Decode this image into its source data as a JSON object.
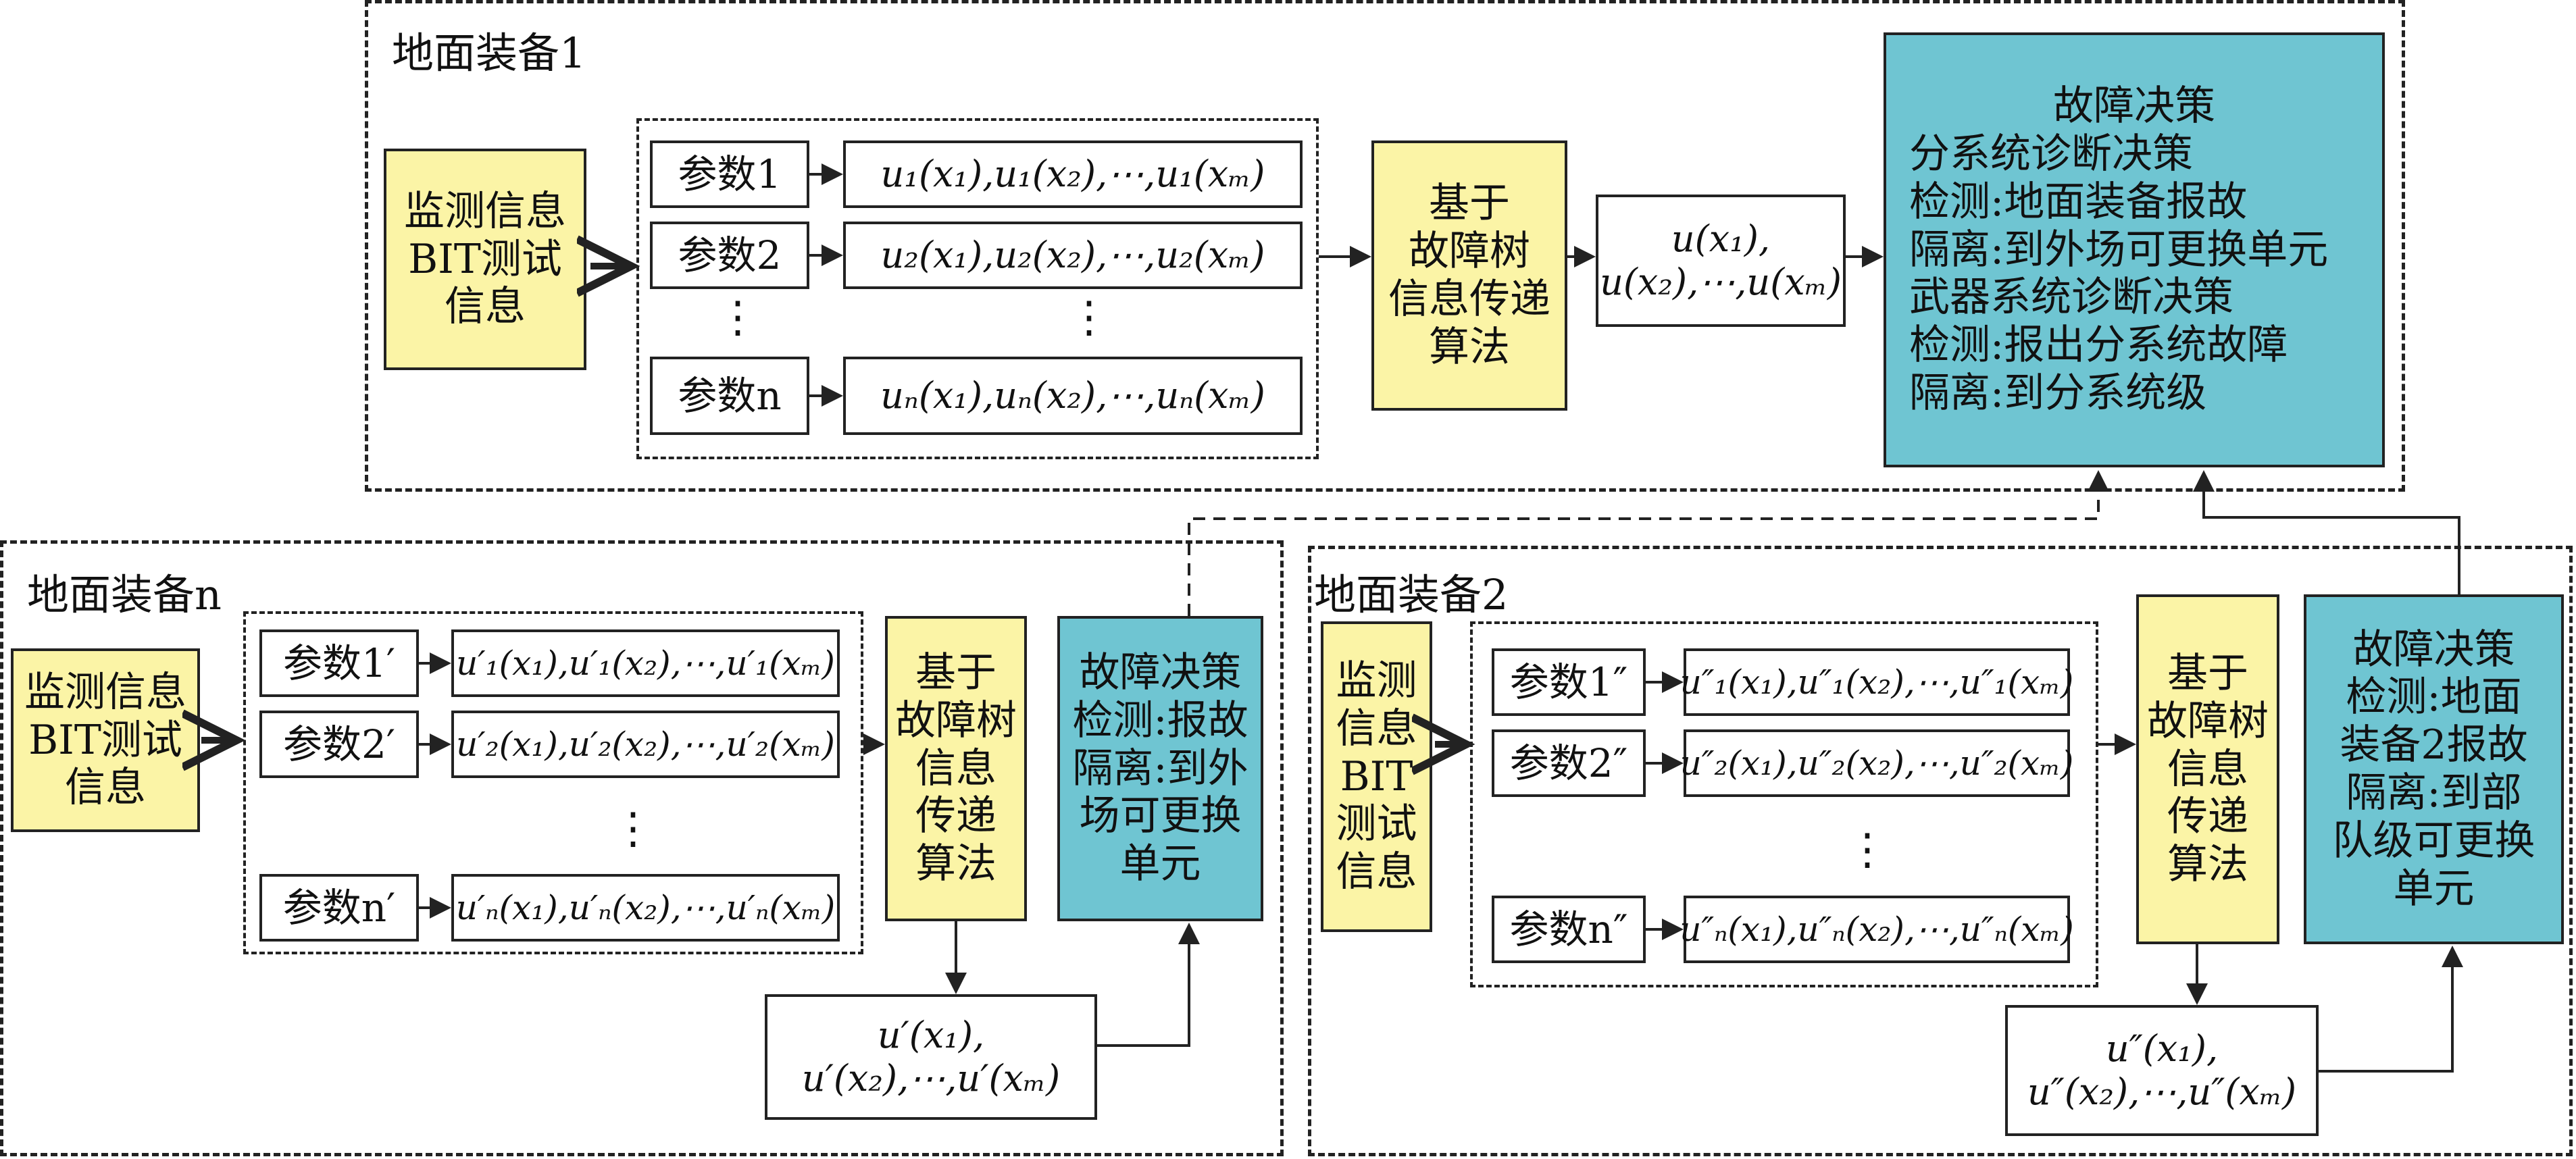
{
  "equipment1": {
    "title": "地面装备1",
    "monitor_label": "监测信息\nBIT测试\n信息",
    "params": [
      "参数1",
      "参数2",
      "参数n"
    ],
    "exprs": [
      "u₁(x₁),u₁(x₂),⋯,u₁(xₘ)",
      "u₂(x₁),u₂(x₂),⋯,u₂(xₘ)",
      "uₙ(x₁),uₙ(x₂),⋯,uₙ(xₘ)"
    ],
    "algorithm_label": "基于\n故障树\n信息传递\n算法",
    "output_label": "u(x₁),\nu(x₂),⋯,u(xₘ)",
    "decision_lines": [
      "故障决策",
      "分系统诊断决策",
      "检测:地面装备报故",
      "隔离:到外场可更换单元",
      "武器系统诊断决策",
      "检测:报出分系统故障",
      "隔离:到分系统级"
    ]
  },
  "equipment_n": {
    "title": "地面装备n",
    "monitor_label": "监测信息\nBIT测试\n信息",
    "params": [
      "参数1′",
      "参数2′",
      "参数n′"
    ],
    "exprs": [
      "u′₁(x₁),u′₁(x₂),⋯,u′₁(xₘ)",
      "u′₂(x₁),u′₂(x₂),⋯,u′₂(xₘ)",
      "u′ₙ(x₁),u′ₙ(x₂),⋯,u′ₙ(xₘ)"
    ],
    "algorithm_label": "基于\n故障树\n信息\n传递\n算法",
    "output_label": "u′(x₁),\nu′(x₂),⋯,u′(xₘ)",
    "decision_label": "故障决策\n检测:报故\n隔离:到外\n场可更换\n单元"
  },
  "equipment2": {
    "title": "地面装备2",
    "monitor_label": "监测\n信息\nBIT\n测试\n信息",
    "params": [
      "参数1″",
      "参数2″",
      "参数n″"
    ],
    "exprs": [
      "u″₁(x₁),u″₁(x₂),⋯,u″₁(xₘ)",
      "u″₂(x₁),u″₂(x₂),⋯,u″₂(xₘ)",
      "u″ₙ(x₁),u″ₙ(x₂),⋯,u″ₙ(xₘ)"
    ],
    "algorithm_label": "基于\n故障树\n信息\n传递\n算法",
    "output_label": "u″(x₁),\nu″(x₂),⋯,u″(xₘ)",
    "decision_label": "故障决策\n检测:地面\n装备2报故\n隔离:到部\n队级可更换\n单元"
  },
  "colors": {
    "monitor": "#fbf4a6",
    "decision": "#6fc5d2",
    "line": "#222222"
  }
}
